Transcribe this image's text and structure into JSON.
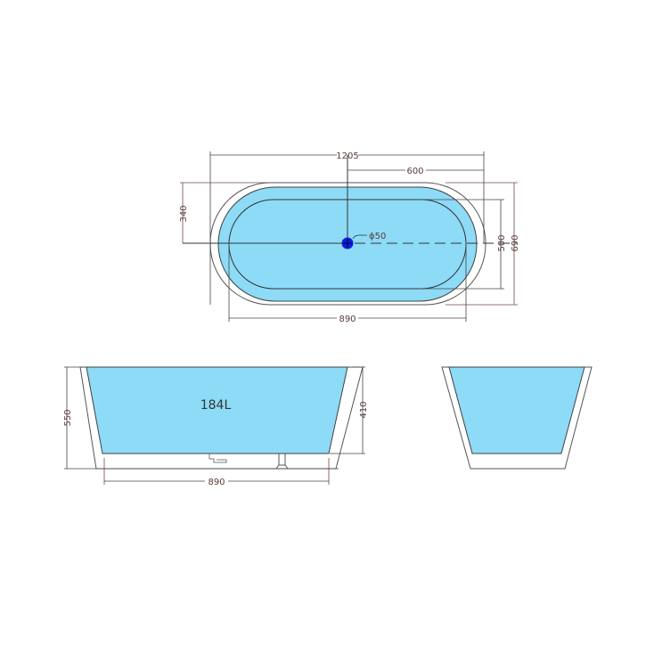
{
  "colors": {
    "water": "#8ddbf7",
    "outline": "#404040",
    "dimension_line": "#6b4a4a",
    "drain": "#0a1ee0",
    "background": "#ffffff"
  },
  "top_view": {
    "overall_length": "1205",
    "center_to_end": "600",
    "center_offset": "340",
    "inner_width": "500",
    "overall_width": "690",
    "inner_length": "890",
    "drain_diameter": "ϕ50"
  },
  "side_view": {
    "capacity": "184L",
    "overall_height": "550",
    "inner_depth": "410",
    "inner_length": "890"
  },
  "end_view": {}
}
